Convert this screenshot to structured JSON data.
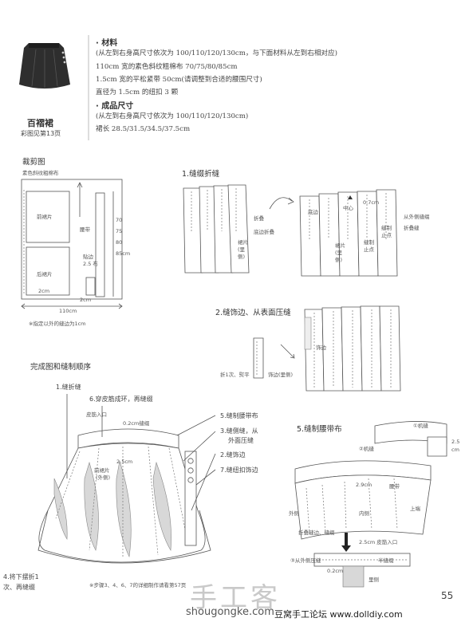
{
  "product": {
    "name": "百褶裙",
    "ref": "彩图见第13页"
  },
  "materials": {
    "header": "· 材料",
    "lines": [
      "(从左到右身高尺寸依次为 100/110/120/130cm，与下面材料从左到右相对应)",
      "110cm 宽的素色斜纹粗棉布 70/75/80/85cm",
      "1.5cm 宽的平松紧带 50cm(请调整到合适的腰围尺寸)",
      "直径为 1.5cm 的纽扣 3 颗"
    ]
  },
  "finished": {
    "header": "· 成品尺寸",
    "lines": [
      "(从左到右身高尺寸依次为 100/110/120/130cm)",
      "裙长 28.5/31.5/34.5/37.5cm"
    ]
  },
  "cutting": {
    "title": "裁剪图",
    "fabric": "素色斜纹粗棉布",
    "front": "前裙片",
    "back": "后裙片",
    "waistband": "腰带",
    "facing": "贴边 2.5 布",
    "facing_alt": "布",
    "lengths": [
      "70",
      "75",
      "80",
      "85cm"
    ],
    "two_cm_a": "2cm",
    "two_cm_b": "2cm",
    "width": "110cm",
    "note": "※指定以外的缝边为1cm"
  },
  "step1": {
    "title": "1.缝缀折缝",
    "fold": "折叠",
    "bottom_fold_a": "底边折叠",
    "bottom_fold_b": "底边",
    "piece_inside": "裙片(里侧)",
    "mid": "中心",
    "mid_val": "0.7cm",
    "piece_inside_b": "裙片(里侧)",
    "stitch_a": "缝制止点",
    "stitch_b": "缝制止点",
    "fold_outside": "从外侧缝缀",
    "fold_stitch": "折叠缝"
  },
  "step2": {
    "title": "2.缝饰边、从表面压缝",
    "trim": "饰边",
    "fold_label": "折1次、熨平",
    "trim_inside": "饰边(里侧)"
  },
  "finished_view": {
    "title": "完成图和缝制顺序",
    "s1": "1.缝折缝",
    "s6": "6.穿皮筋成环，再缝缀",
    "entry": "皮筋入口",
    "seam02": "0.2cm缝缀",
    "s5": "5.缝制腰带布",
    "s3": "3.缝侧缝，从",
    "s3b": "外面压缝",
    "s2": "2.缝饰边",
    "s7": "7.缝纽扣饰边",
    "dim25": "2.5cm",
    "piece": "前裙片",
    "piece_sub": "(外侧)",
    "s4": "4.将下摆折1",
    "s4b": "次、再缝缀",
    "note": "※步骤3、4、6、7的详细制作请看第57页"
  },
  "step5": {
    "title": "5.缝制腰带布",
    "c1": "①机缝",
    "c2": "②机缝",
    "dim25": "2.5",
    "cm": "cm",
    "dim29": "2.9cm",
    "waist": "腰带",
    "top": "上端",
    "outer": "外侧",
    "inner": "内侧",
    "fold": "折叠缝边、缝缀",
    "entry": "2.5cm 皮筋入口",
    "outside": "③从外侧压缝",
    "half": "半缝缀",
    "d02": "0.2cm",
    "inside": "里侧"
  },
  "footer": {
    "page": "55",
    "watermark": "手工客",
    "site": "shougongke.com",
    "forum": "豆窝手工论坛 www.dolldiy.com"
  }
}
